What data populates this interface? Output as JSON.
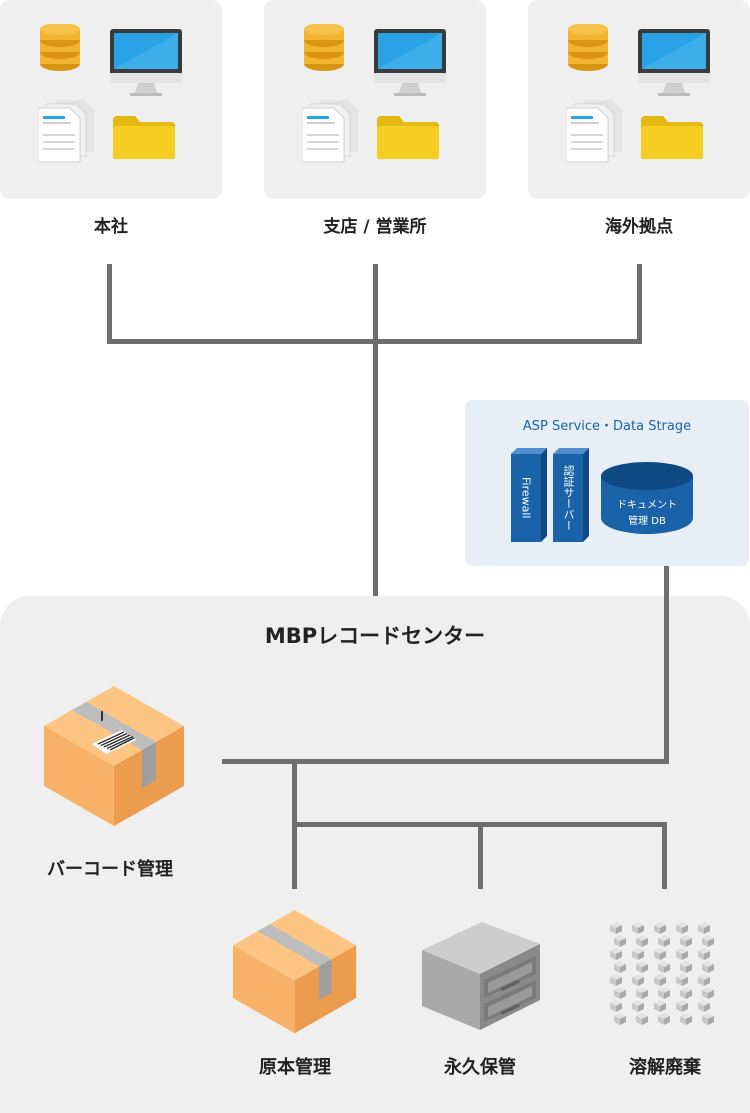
{
  "sites": [
    {
      "label": "本社"
    },
    {
      "label": "支店 / 営業所"
    },
    {
      "label": "海外拠点"
    }
  ],
  "asp": {
    "title": "ASP Service・Data Strage",
    "firewall": "Firewall",
    "auth_server": "認証サーバー",
    "db_line1": "ドキュメント",
    "db_line2": "管理 DB"
  },
  "center": {
    "title": "MBPレコードセンター",
    "barcode_label": "バーコード管理",
    "items": [
      {
        "label": "原本管理"
      },
      {
        "label": "永久保管"
      },
      {
        "label": "溶解廃棄"
      }
    ]
  },
  "colors": {
    "panel_bg": "#efefef",
    "line": "#6e6e6e",
    "asp_bg": "#e7eef6",
    "asp_blue": "#1a63a8",
    "box_orange": "#f7b267",
    "db_gold": "#f2b531",
    "folder_yellow": "#f5cd23",
    "monitor_blue": "#29a3e6"
  }
}
